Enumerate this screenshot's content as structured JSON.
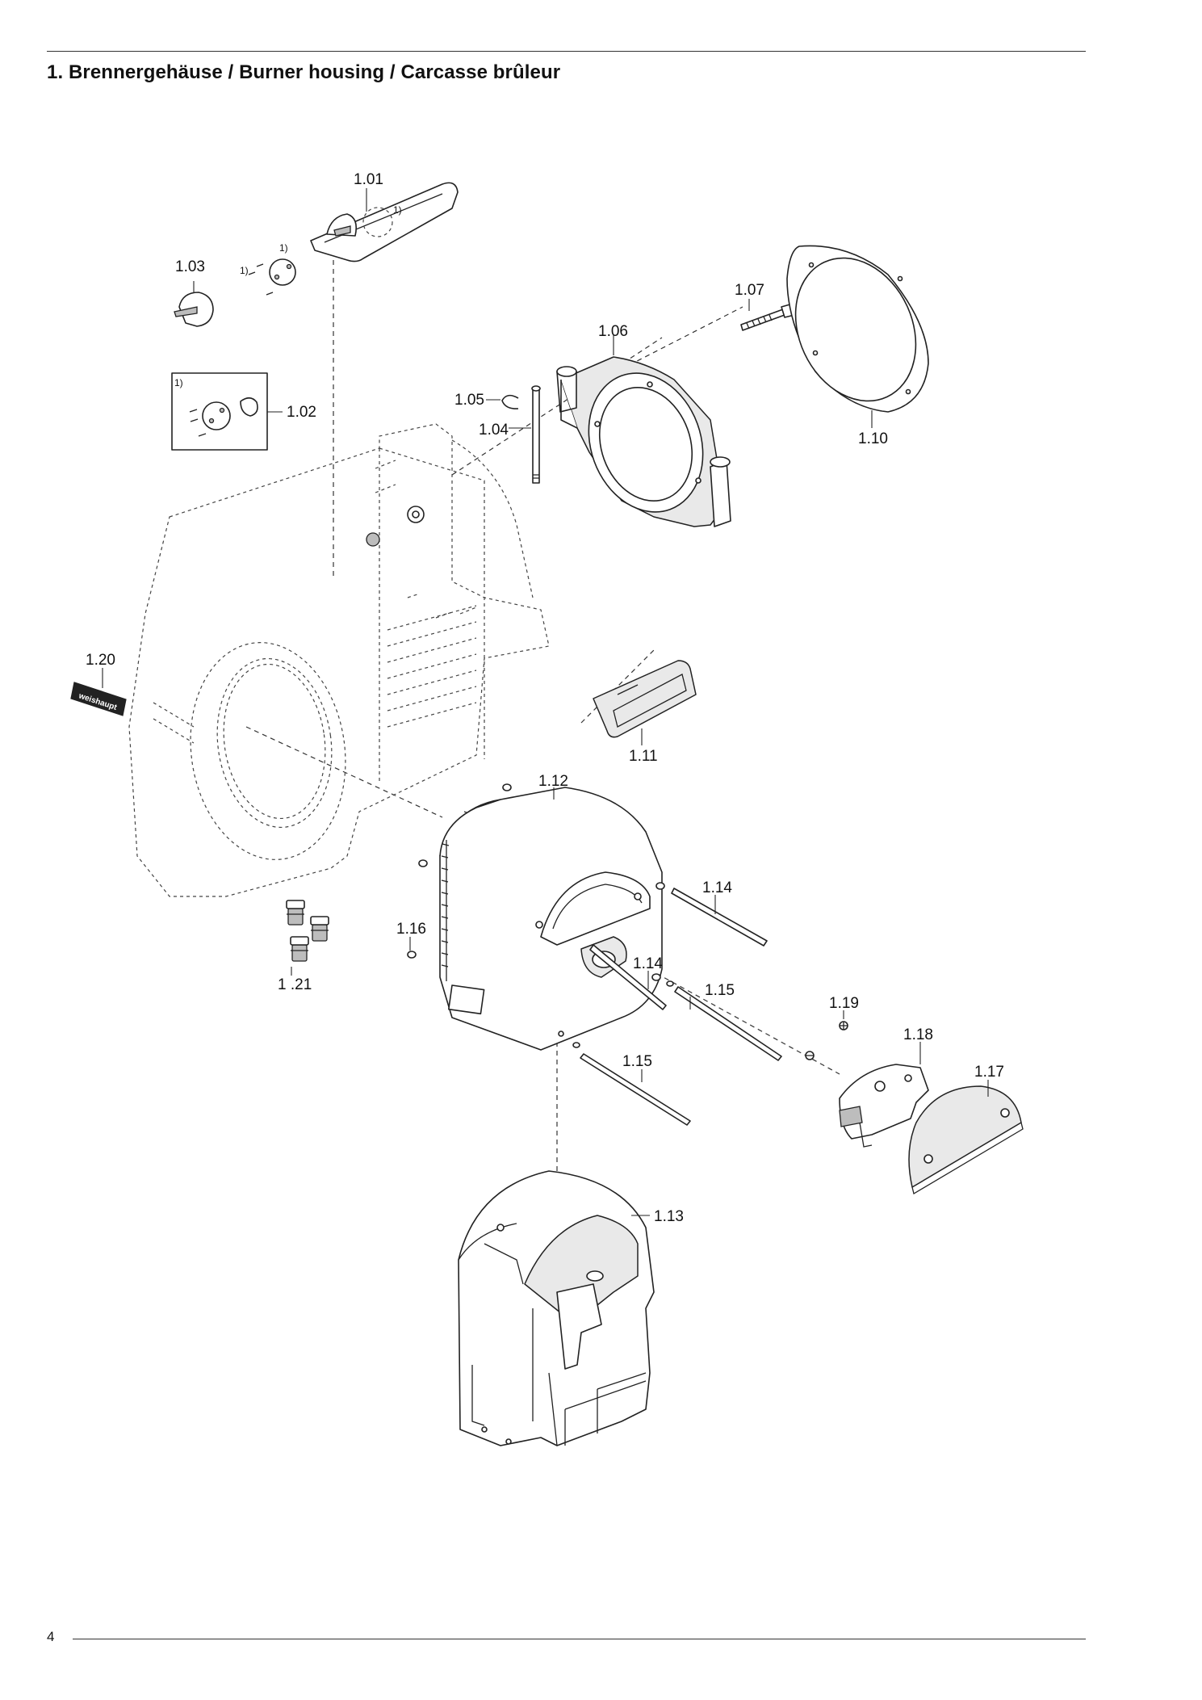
{
  "header": {
    "title": "1. Brennergehäuse / Burner housing / Carcasse brûleur"
  },
  "footer": {
    "page_number": "4"
  },
  "labels": {
    "p101": "1.01",
    "p102": "1.02",
    "p103": "1.03",
    "p104": "1.04",
    "p105": "1.05",
    "p106": "1.06",
    "p107": "1.07",
    "p110": "1.10",
    "p111": "1.11",
    "p112": "1.12",
    "p113": "1.13",
    "p114a": "1.14",
    "p114b": "1.14",
    "p115a": "1.15",
    "p115b": "1.15",
    "p116": "1.16",
    "p117": "1.17",
    "p118": "1.18",
    "p119": "1.19",
    "p120": "1.20",
    "p121": "1 .21"
  },
  "notes": {
    "n1": "1)",
    "n2": "1)",
    "n3": "1)",
    "n4": "1)"
  },
  "brand": {
    "plate_text": "weishaupt"
  }
}
